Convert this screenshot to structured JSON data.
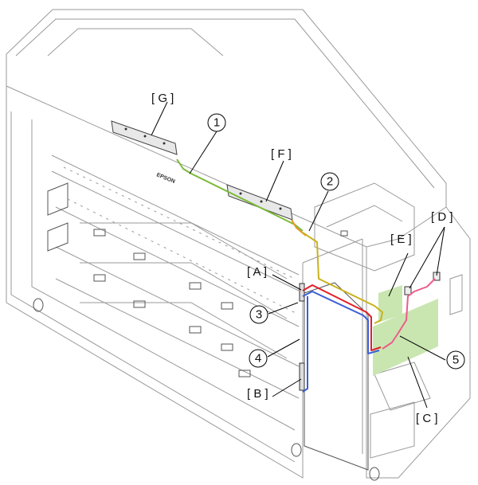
{
  "labels": {
    "A": "[ A ]",
    "B": "[ B ]",
    "C": "[ C ]",
    "D": "[ D ]",
    "E": "[ E ]",
    "F": "[ F ]",
    "G": "[ G ]"
  },
  "callouts": {
    "n1": "1",
    "n2": "2",
    "n3": "3",
    "n4": "4",
    "n5": "5"
  },
  "brand_mark": "EPSON",
  "colors": {
    "cable_green": "#7cba3a",
    "cable_orange": "#e8962a",
    "cable_yellow": "#c9b21c",
    "cable_red": "#e0202a",
    "cable_blue": "#3a5fd6",
    "cable_pink": "#ec5c8c",
    "board_fill": "#c9e6b0"
  }
}
